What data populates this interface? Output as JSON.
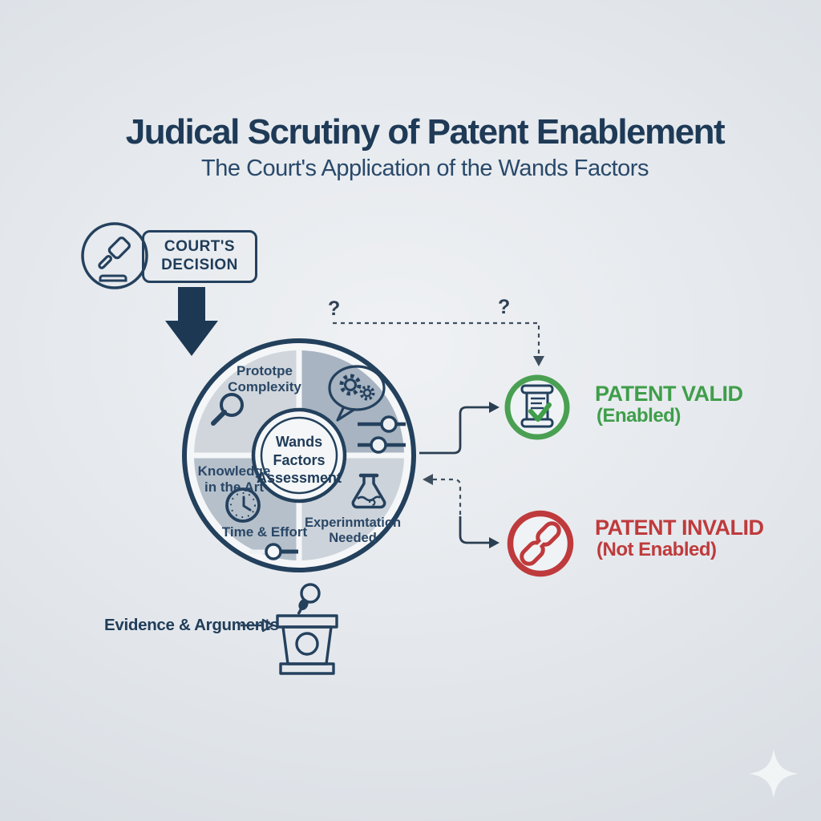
{
  "header": {
    "title": "Judical Scrutiny of Patent Enablement",
    "subtitle": "The Court's Application of the Wands Factors"
  },
  "court": {
    "label": "COURT'S\nDECISION",
    "icon": "gavel-icon"
  },
  "wheel": {
    "center_label": "Wands Factors\nAssessment",
    "quadrants": [
      {
        "position": "top-left",
        "label": "Prototpe\nComplexity",
        "icon": "magnifier-icon",
        "color": "#d0d6dc"
      },
      {
        "position": "top-right",
        "label": "",
        "icon": "idea-gears-icon, sliders-icon",
        "color": "#a8b4c1"
      },
      {
        "position": "bottom-left",
        "label": "Knowledge\nin the Art",
        "label2": "Time & Effort",
        "icon": "clock-icon, slider-icon",
        "color": "#b5c0cb"
      },
      {
        "position": "bottom-right",
        "label": "Experinmtation\nNeeded",
        "icon": "flask-icon",
        "color": "#ccd3da"
      }
    ]
  },
  "connectors": {
    "question_mark": "?"
  },
  "outcomes": {
    "valid": {
      "title": "PATENT VALID",
      "subtitle": "(Enabled)",
      "icon": "scroll-check-icon",
      "color": "#3f9e4a"
    },
    "invalid": {
      "title": "PATENT INVALID",
      "subtitle": "(Not Enabled)",
      "icon": "broken-chain-icon",
      "color": "#bf3a3c"
    }
  },
  "evidence": {
    "label": "Evidence & Arguments",
    "icon": "podium-icon"
  },
  "decoration": {
    "icon": "sparkle-icon"
  },
  "colors": {
    "navy": "#24415e",
    "title_navy": "#1e3a57",
    "green": "#3f9e4a",
    "red": "#bf3a3c",
    "background": "#e2e6ea"
  }
}
